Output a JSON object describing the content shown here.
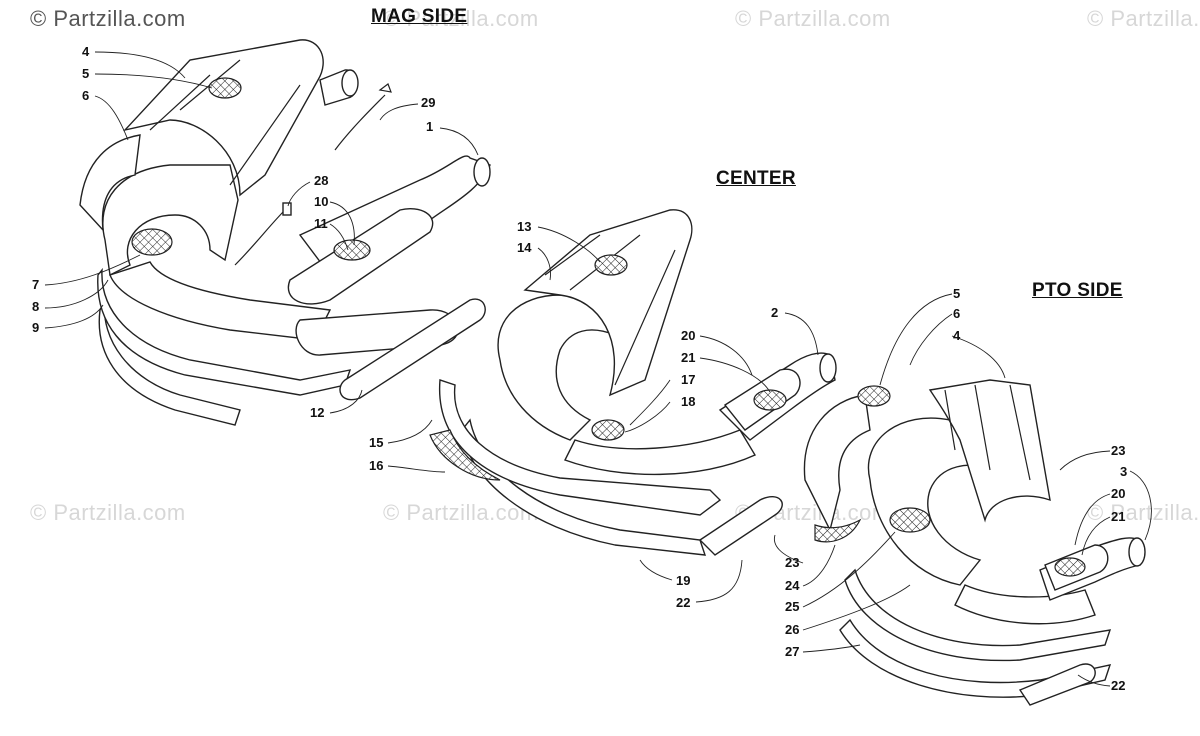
{
  "watermarks": {
    "main": "© Partzilla.com",
    "faded": "© Partzilla.com"
  },
  "sections": {
    "mag": "MAG SIDE",
    "center": "CENTER",
    "pto": "PTO SIDE"
  },
  "callouts": {
    "mag": [
      "4",
      "5",
      "6",
      "29",
      "1",
      "28",
      "10",
      "11",
      "7",
      "8",
      "9",
      "12"
    ],
    "center": [
      "13",
      "14",
      "2",
      "20",
      "21",
      "17",
      "18",
      "15",
      "16",
      "19",
      "22"
    ],
    "pto": [
      "5",
      "6",
      "4",
      "23",
      "3",
      "20",
      "21",
      "23",
      "24",
      "25",
      "26",
      "27",
      "22"
    ]
  },
  "colors": {
    "line": "#222222",
    "watermark": "#d7d7d7",
    "background": "#ffffff"
  }
}
